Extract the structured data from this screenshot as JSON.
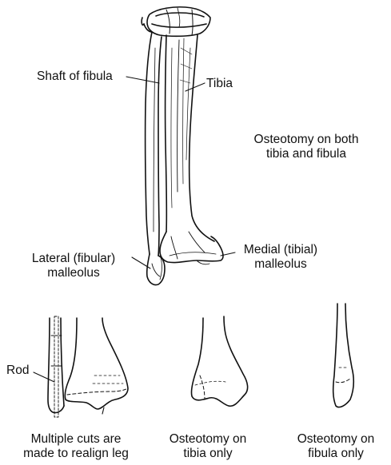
{
  "labels": {
    "shaft_of_fibula": "Shaft of fibula",
    "tibia": "Tibia",
    "osteotomy_both": [
      "Osteotomy on both",
      "tibia and fibula"
    ],
    "lateral_malleolus": [
      "Lateral (fibular)",
      "malleolus"
    ],
    "medial_malleolus": [
      "Medial (tibial)",
      "malleolus"
    ],
    "rod": "Rod",
    "caption_multiple": [
      "Multiple cuts are",
      "made to realign leg"
    ],
    "caption_tibia": [
      "Osteotomy on",
      "tibia only"
    ],
    "caption_fibula": [
      "Osteotomy on",
      "fibula only"
    ]
  },
  "colors": {
    "ink": "#111111",
    "background": "#ffffff"
  }
}
